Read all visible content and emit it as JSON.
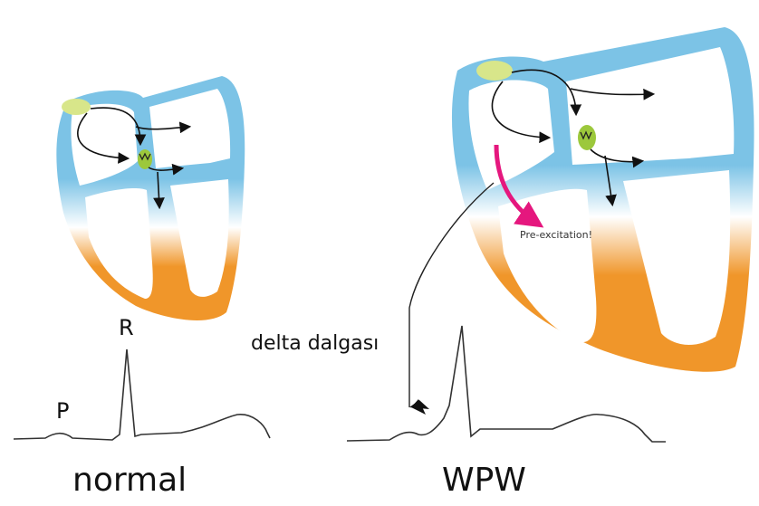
{
  "labels": {
    "p_wave": "P",
    "r_wave": "R",
    "delta_wave": "delta dalgası",
    "normal": "normal",
    "wpw": "WPW",
    "pre_excitation": "Pre-excitation!"
  },
  "colors": {
    "atrium_blue": "#7cc3e6",
    "ventricle_orange": "#f0962a",
    "node_green": "#d8e68a",
    "av_node_green": "#9cc83c",
    "pre_excitation_arrow": "#e5177e",
    "ecg_line": "#333333"
  }
}
